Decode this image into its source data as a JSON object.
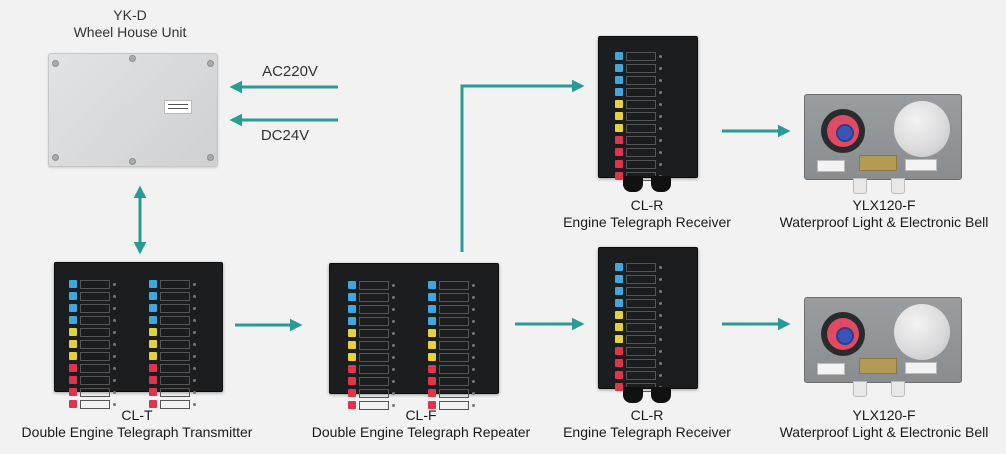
{
  "diagram": {
    "type": "system-wiring-diagram",
    "arrow_color": "#2a9a94",
    "background": "#f2f2f2"
  },
  "nodes": {
    "wheel_house_unit": {
      "model": "YK-D",
      "name": "Wheel House Unit"
    },
    "transmitter": {
      "model": "CL-T",
      "name": "Double Engine Telegraph Transmitter"
    },
    "repeater": {
      "model": "CL-F",
      "name": "Double Engine Telegraph Repeater"
    },
    "receiver_top": {
      "model": "CL-R",
      "name": "Engine Telegraph Receiver"
    },
    "receiver_bottom": {
      "model": "CL-R",
      "name": "Engine Telegraph Receiver"
    },
    "light_bell_top": {
      "model": "YLX120-F",
      "name": "Waterproof Light & Electronic Bell"
    },
    "light_bell_bottom": {
      "model": "YLX120-F",
      "name": "Waterproof Light & Electronic Bell"
    }
  },
  "power_inputs": [
    {
      "label": "AC220V",
      "target": "wheel_house_unit"
    },
    {
      "label": "DC24V",
      "target": "wheel_house_unit"
    }
  ],
  "connections": [
    {
      "from": "wheel_house_unit",
      "to": "transmitter",
      "direction": "bidirectional"
    },
    {
      "from": "transmitter",
      "to": "repeater",
      "direction": "forward"
    },
    {
      "from": "repeater",
      "to": "receiver_top",
      "direction": "forward"
    },
    {
      "from": "repeater",
      "to": "receiver_bottom",
      "direction": "forward"
    },
    {
      "from": "receiver_top",
      "to": "light_bell_top",
      "direction": "forward"
    },
    {
      "from": "receiver_bottom",
      "to": "light_bell_bottom",
      "direction": "forward"
    }
  ],
  "panel_led_rows": [
    "blue",
    "blue",
    "blue",
    "blue",
    "yellow",
    "yellow",
    "yellow",
    "red",
    "red",
    "red",
    "red"
  ]
}
